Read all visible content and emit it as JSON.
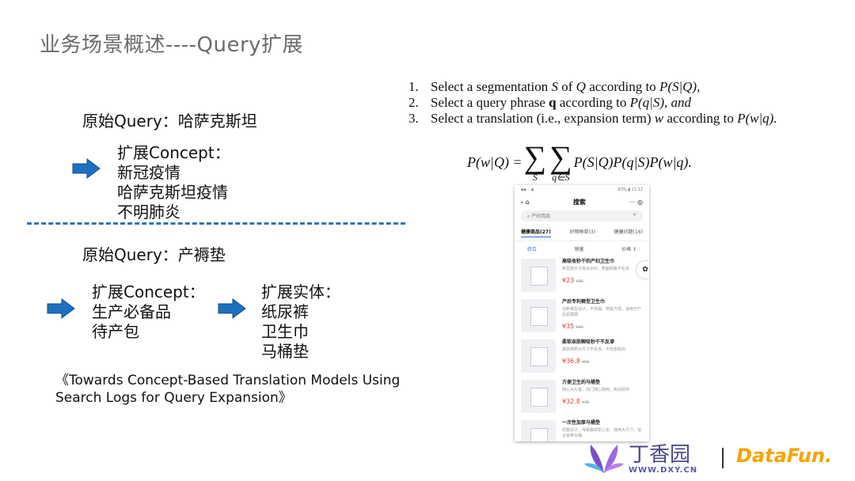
{
  "title": "业务场景概述----Query扩展",
  "case1": {
    "query_label": "原始Query：哈萨克斯坦",
    "concept_head": "扩展Concept：",
    "concepts": [
      "新冠疫情",
      "哈萨克斯坦疫情",
      "不明肺炎"
    ]
  },
  "case2": {
    "query_label": "原始Query：产褥垫",
    "concept_head": "扩展Concept：",
    "concepts": [
      "生产必备品",
      "待产包"
    ],
    "entity_head": "扩展实体：",
    "entities": [
      "纸尿裤",
      "卫生巾",
      "马桶垫"
    ]
  },
  "citation": {
    "line1": "《Towards Concept-Based Translation Models Using",
    "line2": "Search Logs for Query Expansion》"
  },
  "steps": [
    {
      "num": "1.",
      "pre": "Select a segmentation ",
      "v1": "S",
      "mid": " of ",
      "v2": "Q",
      "post": " according to ",
      "expr": "P(S|Q),"
    },
    {
      "num": "2.",
      "pre": "Select a query phrase ",
      "v1": "q",
      "mid": " according to ",
      "v2": "",
      "post": "",
      "expr": "P(q|S), and"
    },
    {
      "num": "3.",
      "pre": "Select a translation (i.e., expansion term) ",
      "v1": "w",
      "mid": " according to ",
      "v2": "",
      "post": "",
      "expr": "P(w|q)."
    }
  ],
  "formula": {
    "lhs": "P(w|Q) =",
    "sum1_sub": "S",
    "sum2_sub": "q∈S",
    "rhs": "P(S|Q)P(q|S)P(w|q)."
  },
  "phone": {
    "status_left": "▪▪ ◦ ▪",
    "status_right": "83% ▮ 11:12",
    "nav_title": "搜索",
    "search_text": "产妇用品",
    "tabs": [
      "健康商品(27)",
      "好物种草(3)",
      "健康问题(16)"
    ],
    "sort": [
      "综合",
      "销量",
      "价格 ↕"
    ],
    "items": [
      {
        "name": "高吸收秒干的产妇卫生巾",
        "desc": "新型高分子吸水SAP，表面网格不反渗",
        "price": "¥23",
        "old": "¥35"
      },
      {
        "name": "产后专利裤型卫生巾",
        "desc": "创新裤型设计，不侧漏，穿脱方便，适用于产后恶露期",
        "price": "¥35",
        "old": "¥50"
      },
      {
        "name": "柔软亲肤瞬吸秒干不反渗",
        "desc": "柔软棉质大尺寸不反渗，不伤皮肤的",
        "price": "¥36.8",
        "old": "¥50"
      },
      {
        "name": "方便卫生的马桶垫",
        "desc": "随心大片装，出门随心随用，用闲即弃",
        "price": "¥32.8",
        "old": "¥45"
      },
      {
        "name": "一次性加厚马桶垫",
        "desc": "防菌设计，绵柔触感更心安，通用大尺寸，适合各种马桶",
        "price": "",
        "old": ""
      }
    ]
  },
  "logos": {
    "dxy_cn": "丁香园",
    "dxy_en": "WWW.DXY.CN",
    "datafun": "DataFun."
  },
  "colors": {
    "arrow": "#1f6fc0",
    "divider": "#2e75b6",
    "price": "#e23a2e"
  }
}
